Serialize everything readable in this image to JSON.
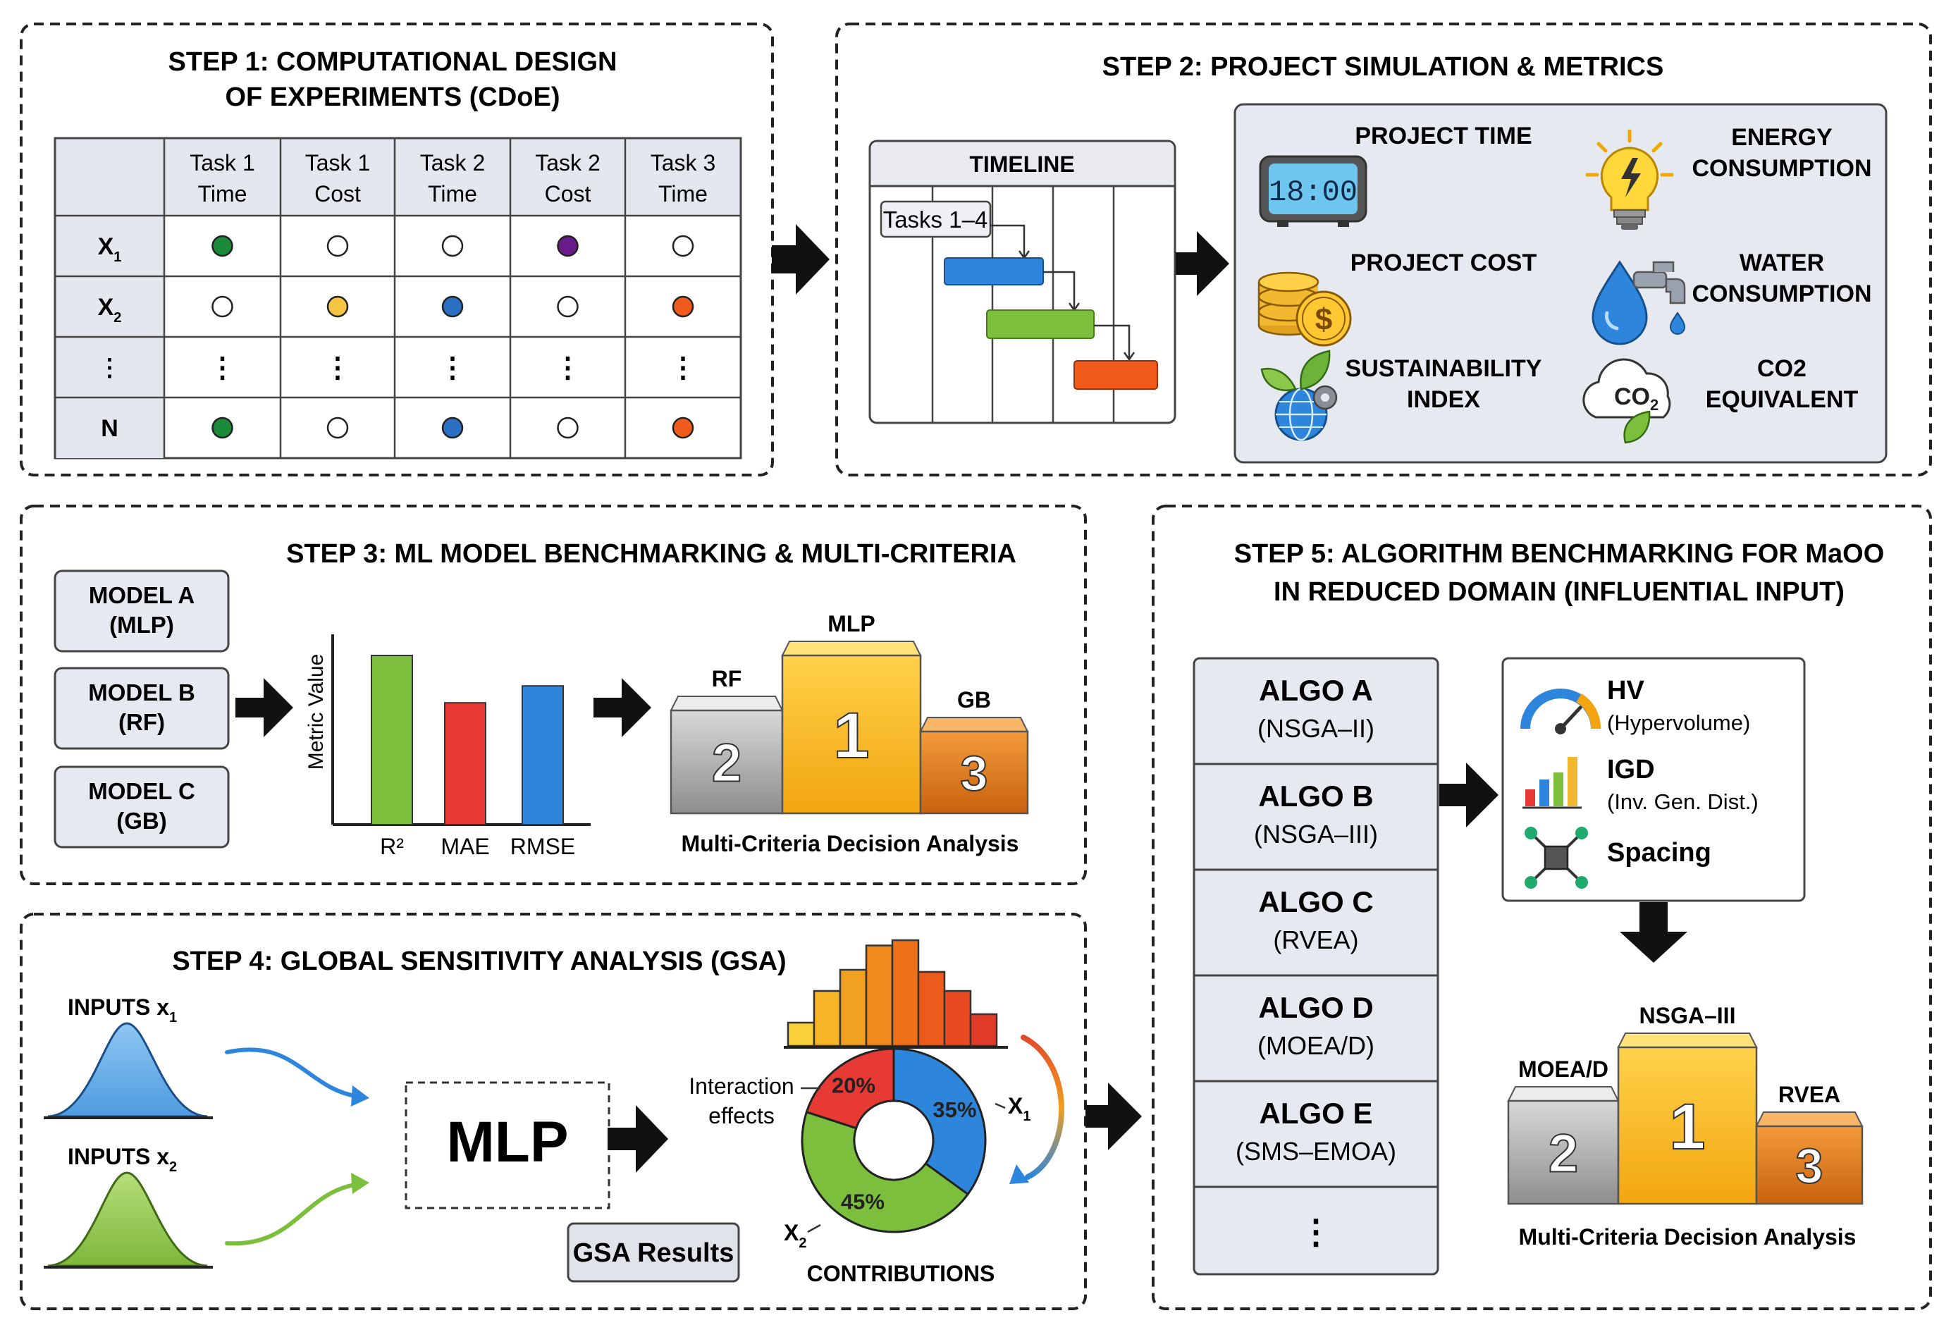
{
  "step1": {
    "title_l1": "STEP 1: COMPUTATIONAL DESIGN",
    "title_l2": "OF EXPERIMENTS (CDoE)",
    "headers": [
      [
        "Task 1",
        "Time"
      ],
      [
        "Task 1",
        "Cost"
      ],
      [
        "Task 2",
        "Time"
      ],
      [
        "Task 2",
        "Cost"
      ],
      [
        "Task 3",
        "Time"
      ]
    ],
    "rows": [
      {
        "label": "X",
        "sub": "1",
        "cells": [
          "#1a8a3a",
          "",
          "",
          "#6a1b8a",
          ""
        ]
      },
      {
        "label": "X",
        "sub": "2",
        "cells": [
          "",
          "#f5c542",
          "#2a6fc2",
          "",
          "#f05a1a"
        ]
      },
      {
        "label": "⋮",
        "sub": "",
        "cells": [
          "⋮",
          "⋮",
          "⋮",
          "⋮",
          "⋮"
        ]
      },
      {
        "label": "N",
        "sub": "",
        "cells": [
          "#1a8a3a",
          "",
          "#2a6fc2",
          "",
          "#f05a1a"
        ]
      }
    ]
  },
  "step2": {
    "title": "STEP 2: PROJECT SIMULATION & METRICS",
    "timeline_label": "TIMELINE",
    "tasks_label": "Tasks 1–4",
    "clock_text": "18:00",
    "co2_icon_text": "CO",
    "co2_icon_sub": "2",
    "metrics": [
      {
        "l1": "PROJECT TIME",
        "l2": "",
        "icon": "clock-icon"
      },
      {
        "l1": "ENERGY",
        "l2": "CONSUMPTION",
        "icon": "lightbulb-icon"
      },
      {
        "l1": "PROJECT COST",
        "l2": "",
        "icon": "coins-icon"
      },
      {
        "l1": "WATER",
        "l2": "CONSUMPTION",
        "icon": "water-tap-icon"
      },
      {
        "l1": "SUSTAINABILITY",
        "l2": "INDEX",
        "icon": "globe-leaf-icon"
      },
      {
        "l1": "CO2",
        "l2": "EQUIVALENT",
        "icon": "co2-cloud-icon"
      }
    ]
  },
  "step3": {
    "title": "STEP 3: ML MODEL BENCHMARKING & MULTI-CRITERIA",
    "models": [
      [
        "MODEL A",
        "(MLP)"
      ],
      [
        "MODEL B",
        "(RF)"
      ],
      [
        "MODEL C",
        "(GB)"
      ]
    ],
    "ylabel": "Metric Value",
    "chart_data": {
      "type": "bar",
      "categories": [
        "R²",
        "MAE",
        "RMSE"
      ],
      "values": [
        1.0,
        0.72,
        0.82
      ],
      "colors": [
        "#7cbf3c",
        "#e83a35",
        "#2d86dc"
      ]
    },
    "podium": [
      {
        "label": "RF",
        "rank": "2"
      },
      {
        "label": "MLP",
        "rank": "1"
      },
      {
        "label": "GB",
        "rank": "3"
      }
    ],
    "caption": "Multi-Criteria Decision Analysis"
  },
  "step4": {
    "title": "STEP 4: GLOBAL SENSITIVITY ANALYSIS (GSA)",
    "input1": "INPUTS x",
    "input1_sub": "1",
    "input2": "INPUTS x",
    "input2_sub": "2",
    "model_label": "MLP",
    "results_label": "GSA Results",
    "interaction_l1": "Interaction",
    "interaction_l2": "effects",
    "x1_label": "X",
    "x1_sub": "1",
    "x2_label": "X",
    "x2_sub": "2",
    "contributions_label": "CONTRIBUTIONS",
    "donut": [
      {
        "label": "35%",
        "value": 35,
        "color": "#2d86dc"
      },
      {
        "label": "45%",
        "value": 45,
        "color": "#7cbf3c"
      },
      {
        "label": "20%",
        "value": 20,
        "color": "#e83a35"
      }
    ],
    "histogram": [
      0.22,
      0.52,
      0.72,
      0.95,
      1.0,
      0.7,
      0.52,
      0.3
    ]
  },
  "step5": {
    "title_l1": "STEP 5: ALGORITHM BENCHMARKING FOR MaOO",
    "title_l2": "IN REDUCED DOMAIN (INFLUENTIAL INPUT)",
    "algos": [
      [
        "ALGO A",
        "(NSGA–II)"
      ],
      [
        "ALGO B",
        "(NSGA–III)"
      ],
      [
        "ALGO C",
        "(RVEA)"
      ],
      [
        "ALGO D",
        "(MOEA/D)"
      ],
      [
        "ALGO E",
        "(SMS–EMOA)"
      ]
    ],
    "algo_more": "⋮",
    "metrics": [
      {
        "name": "HV",
        "desc": "(Hypervolume)",
        "icon": "gauge-icon"
      },
      {
        "name": "IGD",
        "desc": "(Inv. Gen. Dist.)",
        "icon": "bar-chart-icon"
      },
      {
        "name": "Spacing",
        "desc": "",
        "icon": "network-icon"
      }
    ],
    "podium": [
      {
        "label": "MOEA/D",
        "rank": "2"
      },
      {
        "label": "NSGA–III",
        "rank": "1"
      },
      {
        "label": "RVEA",
        "rank": "3"
      }
    ],
    "caption": "Multi-Criteria Decision Analysis"
  }
}
